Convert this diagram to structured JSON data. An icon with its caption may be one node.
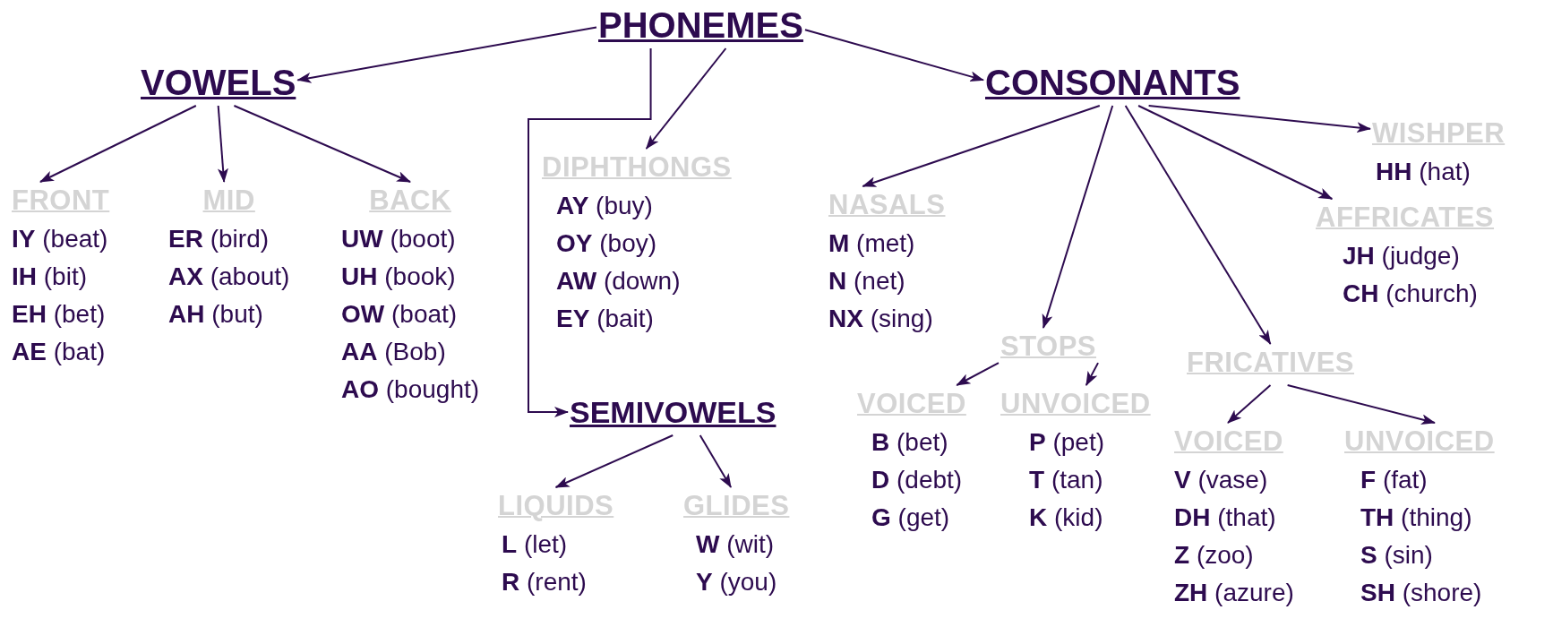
{
  "diagram": {
    "nodes": [
      {
        "text": [
          "PHONEMES"
        ]
      },
      {
        "text": [
          "VOWELS"
        ]
      },
      {
        "text": [
          "CONSONANTS"
        ]
      },
      {
        "text": [
          "FRONT",
          "**IY** (beat)",
          "**IH** (bit)",
          "**EH** (bet)",
          "**AE** (bat)"
        ]
      },
      {
        "text": [
          "MID",
          "**ER** (bird)",
          "**AX** (about)",
          "**AH** (but)"
        ]
      },
      {
        "text": [
          "BACK",
          "**UW** (boot)",
          "**UH** (book)",
          "**OW** (boat)",
          "**AA** (Bob)",
          "**AO** (bought)"
        ]
      },
      {
        "text": [
          "DIPHTHONGS",
          "**AY** (buy)",
          "**OY** (boy)",
          "**AW** (down)",
          "**EY** (bait)"
        ]
      },
      {
        "text": [
          "SEMIVOWELS"
        ]
      },
      {
        "text": [
          "LIQUIDS",
          "**L** (let)",
          "**R** (rent)"
        ]
      },
      {
        "text": [
          "GLIDES",
          "**W** (wit)",
          "**Y** (you)"
        ]
      },
      {
        "text": [
          "NASALS",
          "**M** (met)",
          "**N** (net)",
          "**NX** (sing)"
        ]
      },
      {
        "text": [
          "STOPS"
        ]
      },
      {
        "text": [
          "VOICED",
          "**B** (bet)",
          "**D** (debt)",
          "**G** (get)"
        ]
      },
      {
        "text": [
          "UNVOICED",
          "**P** (pet)",
          "**T** (tan)",
          "**K** (kid)"
        ]
      },
      {
        "text": [
          "WISHPER",
          "**HH** (hat)"
        ]
      },
      {
        "text": [
          "AFFRICATES",
          "**JH** (judge)",
          "**CH** (church)"
        ]
      },
      {
        "text": [
          "FRICATIVES"
        ]
      },
      {
        "text": [
          "VOICED",
          "**V** (vase)",
          "**DH** (that)",
          "**Z** (zoo)",
          "**ZH** (azure)"
        ]
      },
      {
        "text": [
          "UNVOICED",
          "**F** (fat)",
          "**TH** (thing)",
          "**S** (sin)",
          "**SH** (shore)"
        ]
      }
    ],
    "edges": [
      {
        "from": 0,
        "to": 1,
        "arrow": "to"
      },
      {
        "from": 0,
        "to": 2,
        "arrow": "to"
      },
      {
        "from": 0,
        "to": 6,
        "arrow": "to"
      },
      {
        "from": 0,
        "to": 7,
        "arrow": "to"
      },
      {
        "from": 1,
        "to": 3,
        "arrow": "to"
      },
      {
        "from": 1,
        "to": 4,
        "arrow": "to"
      },
      {
        "from": 1,
        "to": 5,
        "arrow": "to"
      },
      {
        "from": 2,
        "to": 10,
        "arrow": "to"
      },
      {
        "from": 2,
        "to": 11,
        "arrow": "to"
      },
      {
        "from": 2,
        "to": 16,
        "arrow": "to"
      },
      {
        "from": 2,
        "to": 15,
        "arrow": "to"
      },
      {
        "from": 2,
        "to": 14,
        "arrow": "to"
      },
      {
        "from": 11,
        "to": 12,
        "arrow": "to"
      },
      {
        "from": 11,
        "to": 13,
        "arrow": "to"
      },
      {
        "from": 16,
        "to": 17,
        "arrow": "to"
      },
      {
        "from": 16,
        "to": 18,
        "arrow": "to"
      },
      {
        "from": 7,
        "to": 8,
        "arrow": "to"
      },
      {
        "from": 7,
        "to": 9,
        "arrow": "to"
      }
    ]
  }
}
